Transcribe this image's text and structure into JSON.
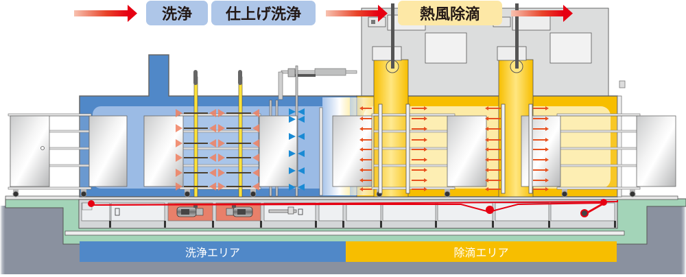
{
  "diagram": {
    "title": "洗浄・熱風除滴 装置 断面図",
    "process_steps": [
      {
        "label": "洗浄",
        "area": "wash",
        "color": "#aec6e8"
      },
      {
        "label": "仕上げ洗浄",
        "area": "wash",
        "color": "#aec6e8"
      },
      {
        "label": "熱風除滴",
        "area": "dry",
        "color": "#fde8a6"
      }
    ],
    "flow_arrows": 3,
    "areas": [
      {
        "label": "洗浄エリア",
        "color": "#5088c8"
      },
      {
        "label": "除滴エリア",
        "color": "#f7be00"
      }
    ],
    "components": {
      "wash_chamber": {
        "color": "#5088c8",
        "inner_color": "#a8c4ea"
      },
      "dry_chamber": {
        "color": "#f7be00",
        "inner_color": "#fdf0b8"
      },
      "spray_nozzle_color": "#f08060",
      "rinse_nozzle_color": "#1a8ad4",
      "hot_air_arrow_color": "#e8501e",
      "conveyor_chain_color": "#e60012",
      "pump_bay_color": "#e8806a",
      "foundation_color": "#a3d4b8",
      "floor_color": "#8a919f",
      "blower_housing_color": "#dcdddd",
      "wash_pumps": 2,
      "blowers": 2,
      "carts": 4
    }
  }
}
